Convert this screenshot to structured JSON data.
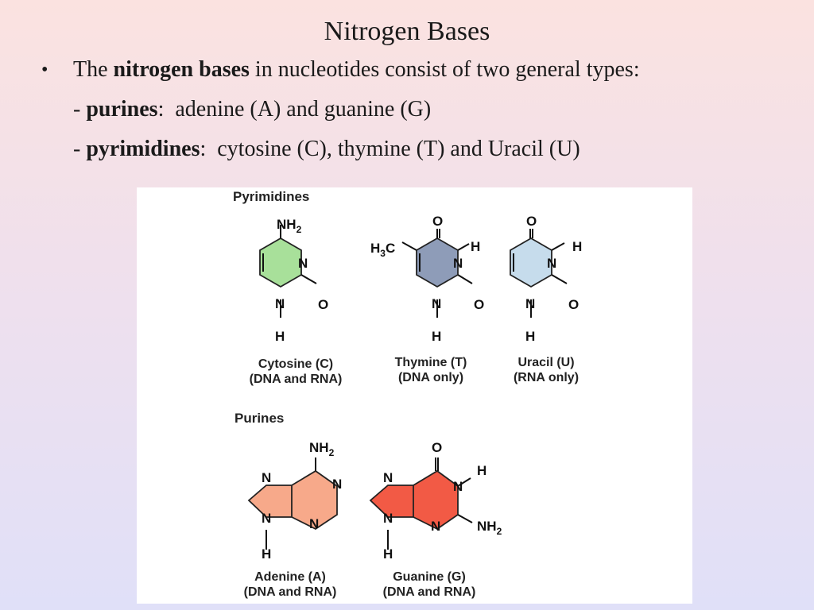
{
  "slide": {
    "title": "Nitrogen Bases",
    "bullet_symbol": "•",
    "line1": {
      "a": "The ",
      "b": "nitrogen bases",
      "c": " in nucleotides consist of two general types:"
    },
    "line2": {
      "a": "- ",
      "b": "purines",
      "c": ":  adenine (A) and guanine (G)"
    },
    "line3": {
      "a": "- ",
      "b": "pyrimidines",
      "c": ":  cytosine (C), thymine (T) and Uracil (U)"
    }
  },
  "figure": {
    "pyrimidines_label": "Pyrimidines",
    "purines_label": "Purines",
    "colors": {
      "cytosine": "#a8e09a",
      "thymine": "#8e9cb8",
      "uracil": "#c6dcec",
      "adenine": "#f7a98a",
      "guanine": "#f25a45"
    },
    "atoms": {
      "N": "N",
      "O": "O",
      "H": "H",
      "NH": "NH",
      "HC": "H",
      "C": "C",
      "sub2": "2",
      "sub3": "3"
    },
    "captions": {
      "cytosine": {
        "name": "Cytosine (C)",
        "note": "(DNA and RNA)"
      },
      "thymine": {
        "name": "Thymine (T)",
        "note": "(DNA only)"
      },
      "uracil": {
        "name": "Uracil (U)",
        "note": "(RNA only)"
      },
      "adenine": {
        "name": "Adenine (A)",
        "note": "(DNA and RNA)"
      },
      "guanine": {
        "name": "Guanine (G)",
        "note": "(DNA and RNA)"
      }
    }
  }
}
